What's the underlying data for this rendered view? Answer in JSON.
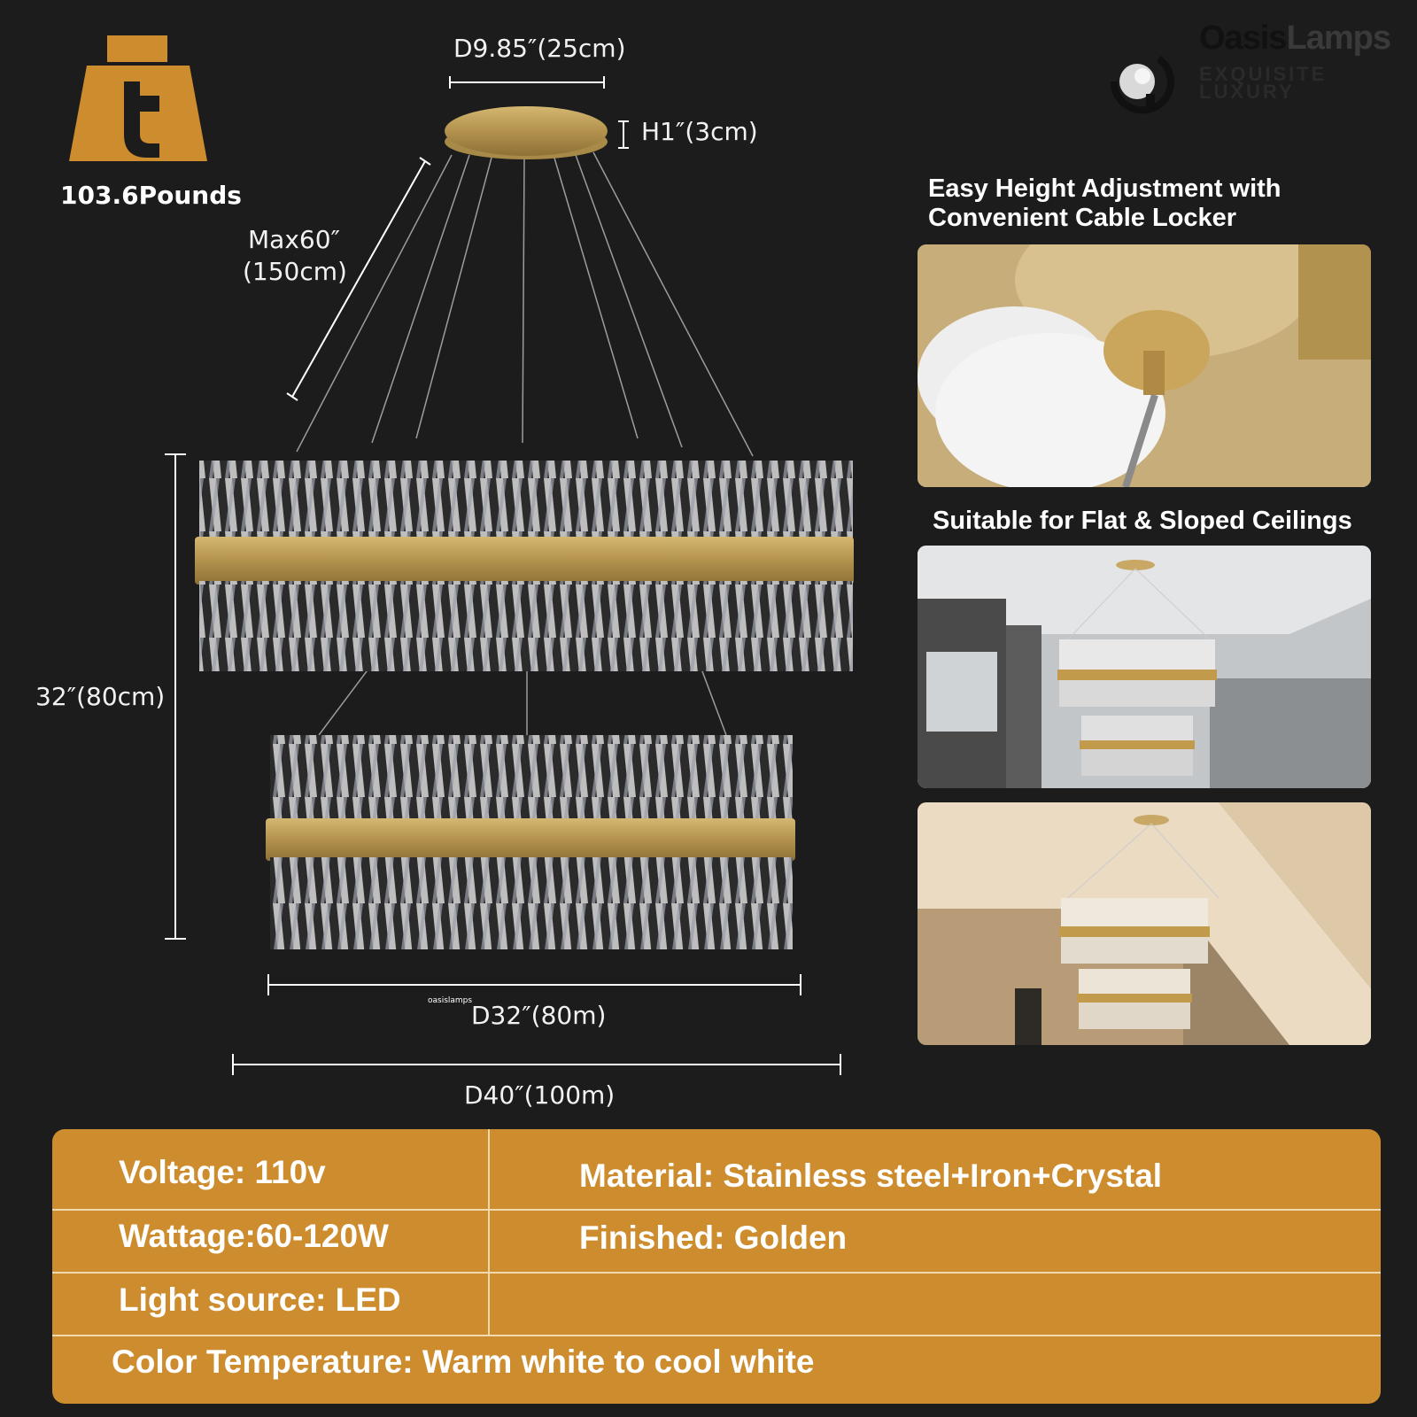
{
  "weight": {
    "label": "103.6Pounds",
    "icon": "weight-icon"
  },
  "dimensions": {
    "canopy_diameter": "D9.85″(25cm)",
    "canopy_height": "H1″(3cm)",
    "max_cable": "Max60″",
    "max_cable_metric": "(150cm)",
    "total_height": "32″(80cm)",
    "lower_diameter": "D32″(80m)",
    "upper_diameter": "D40″(100m)",
    "watermark": "oasislamps"
  },
  "brand": {
    "name_dark": "Oasis",
    "name_light": "Lamps",
    "tagline_1": "EXQUISITE",
    "tagline_2": "LUXURY"
  },
  "features": {
    "height_adjust_title_1": "Easy Height Adjustment with",
    "height_adjust_title_2": "Convenient Cable Locker",
    "ceiling_title": "Suitable for Flat & Sloped Ceilings"
  },
  "specs": {
    "voltage": "Voltage: 110v",
    "material": "Material: Stainless steel+Iron+Crystal",
    "wattage": "Wattage:60-120W",
    "finish": "Finished: Golden",
    "light_source": "Light source: LED",
    "color_temp": "Color Temperature: Warm white to cool white"
  },
  "colors": {
    "gold": "#cd8c2d",
    "brass": "#b89a55",
    "background": "#1c1c1c"
  }
}
